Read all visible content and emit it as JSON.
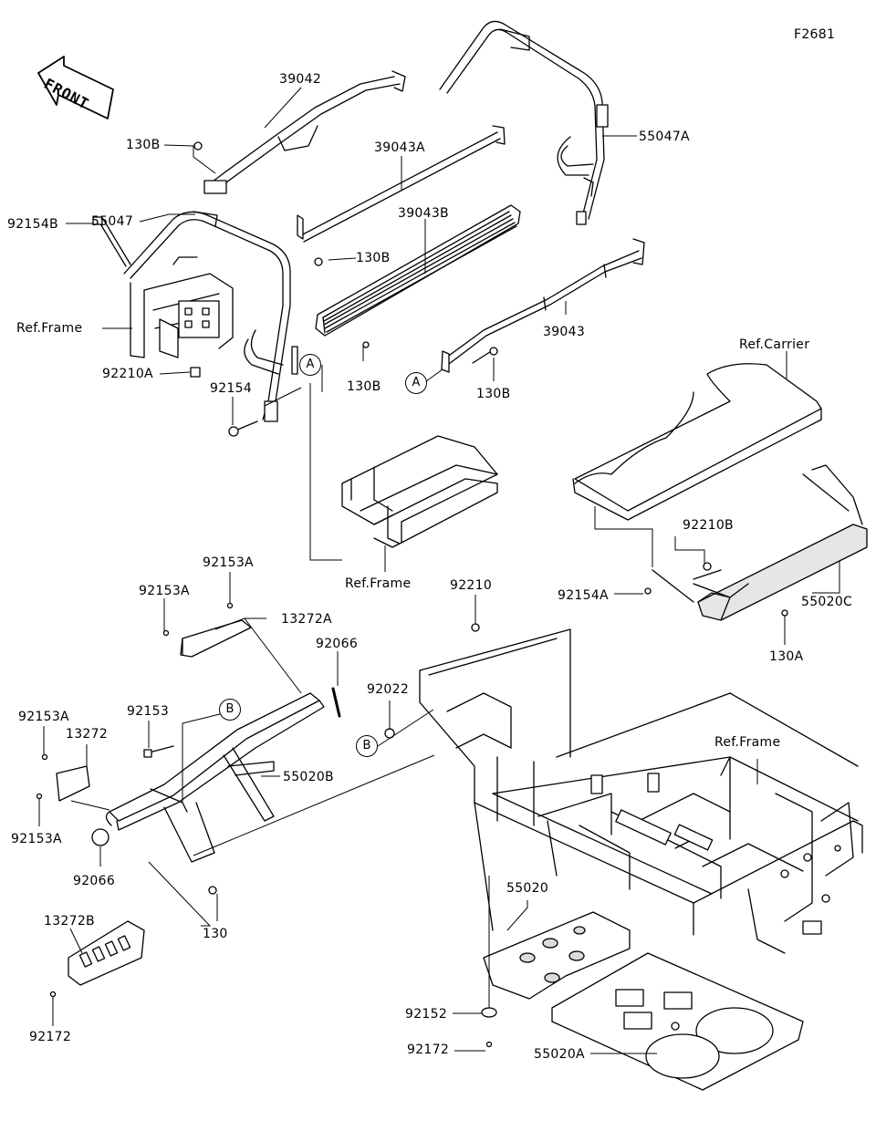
{
  "diagram_id": "F2681",
  "direction_label": "FRONT",
  "colors": {
    "line": "#000000",
    "fill": "#ffffff",
    "shade": "#e6e6e6",
    "hole": "#dcdcdc"
  },
  "part_numbers": {
    "p39042": "39042",
    "p130B_a": "130B",
    "p39043A": "39043A",
    "p55047A": "55047A",
    "p55047": "55047",
    "p92154B": "92154B",
    "p39043B": "39043B",
    "p130B_b": "130B",
    "p39043": "39043",
    "p130B_c": "130B",
    "p130B_d": "130B",
    "p92210A": "92210A",
    "p92154": "92154",
    "p92210B": "92210B",
    "p92154A": "92154A",
    "p55020C": "55020C",
    "p130A": "130A",
    "p92153A_a": "92153A",
    "p92153A_b": "92153A",
    "p13272A": "13272A",
    "p92066_a": "92066",
    "p92210": "92210",
    "p92022": "92022",
    "p92153A_c": "92153A",
    "p13272": "13272",
    "p92153": "92153",
    "p55020B": "55020B",
    "p92153A_d": "92153A",
    "p92066_b": "92066",
    "p130": "130",
    "p13272B": "13272B",
    "p92172_a": "92172",
    "p55020": "55020",
    "p92152": "92152",
    "p92172_b": "92172",
    "p55020A": "55020A"
  },
  "references": {
    "ref_frame_a": "Ref.Frame",
    "ref_frame_b": "Ref.Frame",
    "ref_frame_c": "Ref.Frame",
    "ref_carrier": "Ref.Carrier"
  },
  "callouts": {
    "a1": "A",
    "a2": "A",
    "b1": "B",
    "b2": "B"
  }
}
